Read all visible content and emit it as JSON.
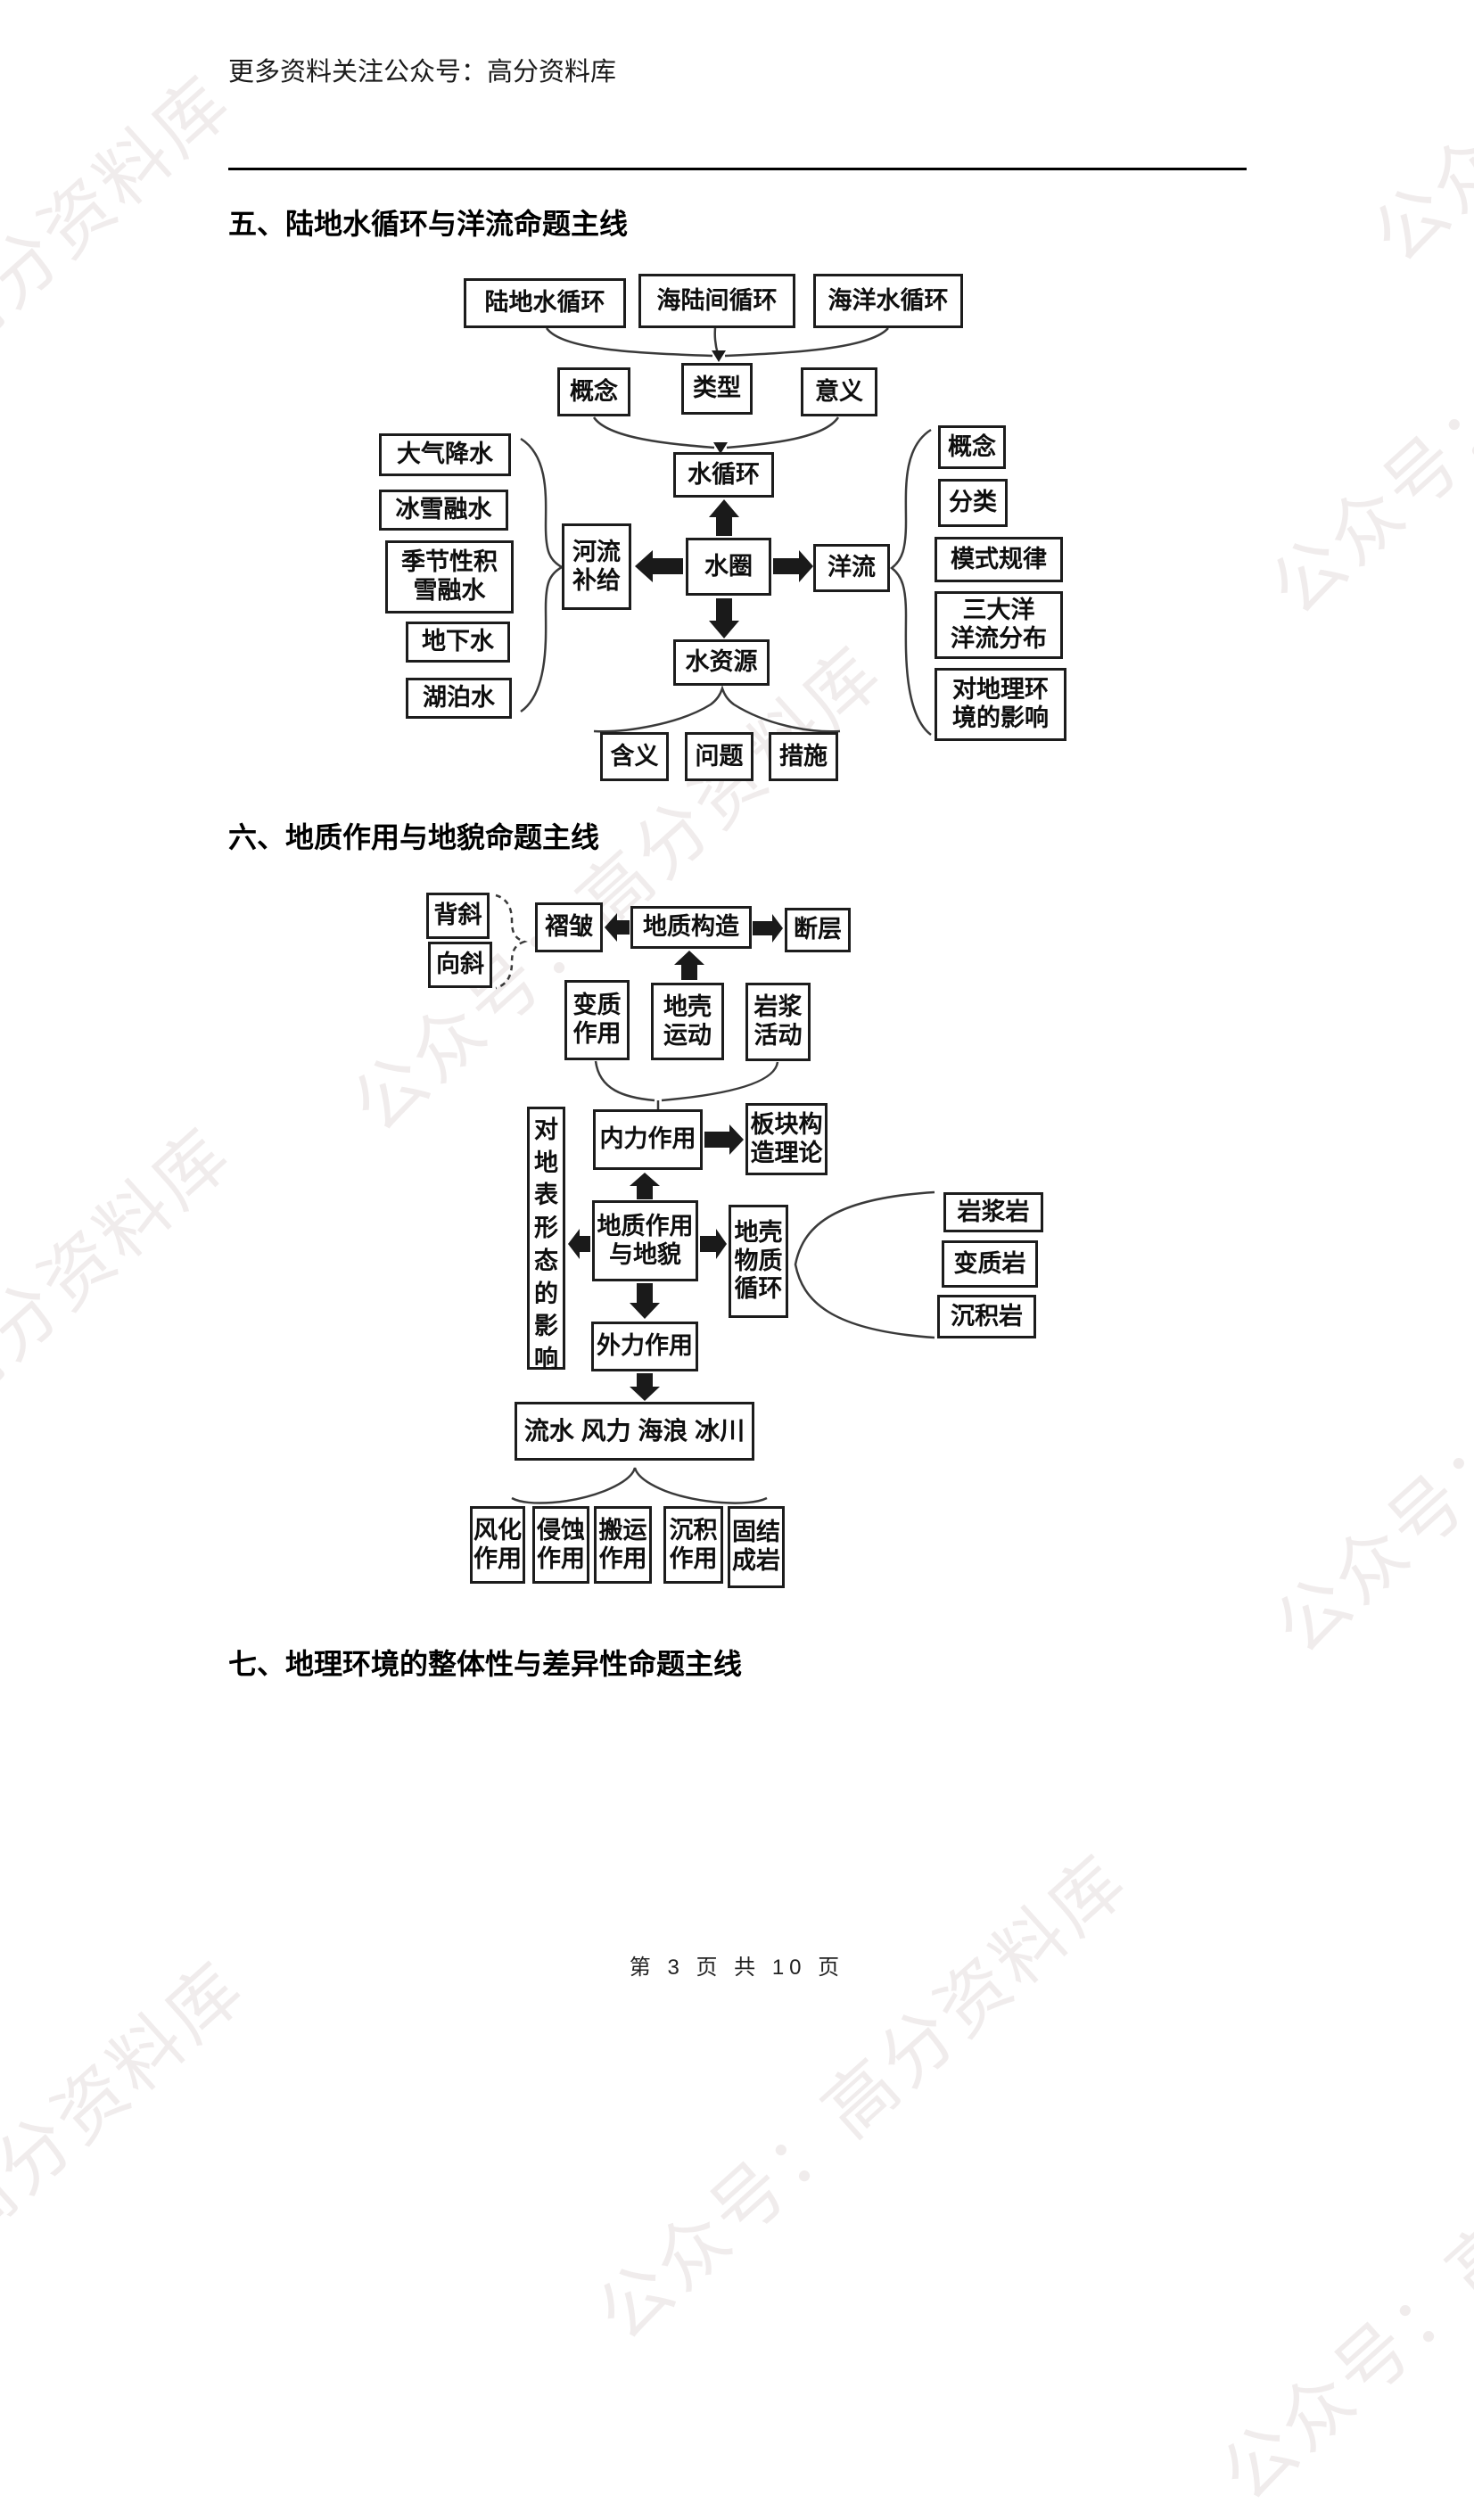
{
  "page": {
    "header": "更多资料关注公众号：高分资料库",
    "footer": "第 3 页 共 10 页",
    "watermark": "公众号：高分资料库"
  },
  "sections": {
    "s5": "五、陆地水循环与洋流命题主线",
    "s6": "六、地质作用与地貌命题主线",
    "s7": "七、地理环境的整体性与差异性命题主线"
  },
  "w1": {
    "types": [
      "陆地水循环",
      "海陆间循环",
      "海洋水循环"
    ],
    "aspects": [
      "概念",
      "类型",
      "意义"
    ],
    "core": "水循环",
    "sphere": "水圈",
    "recharge": "河流\n补给",
    "current": "洋流",
    "resource": "水资源",
    "recharge_sources": [
      "大气降水",
      "冰雪融水",
      "季节性积\n雪融水",
      "地下水",
      "湖泊水"
    ],
    "current_aspects": [
      "概念",
      "分类",
      "模式规律",
      "三大洋\n洋流分布",
      "对地理环\n境的影响"
    ],
    "resource_aspects": [
      "含义",
      "问题",
      "措施"
    ]
  },
  "w2": {
    "fold_types": [
      "背斜",
      "向斜"
    ],
    "fold": "褶皱",
    "structure": "地质构造",
    "fault": "断层",
    "internal_sources": [
      "变质\n作用",
      "地壳\n运动",
      "岩浆\n活动"
    ],
    "internal": "内力作用",
    "plate": "板块构\n造理论",
    "core": "地质作用\n与地貌",
    "surface": "对地表形态的影响",
    "rock_cycle": "地壳\n物质\n循环",
    "rocks": [
      "岩浆岩",
      "变质岩",
      "沉积岩"
    ],
    "external": "外力作用",
    "agents": "流水 风力 海浪 冰川",
    "processes": [
      "风化\n作用",
      "侵蚀\n作用",
      "搬运\n作用",
      "沉积\n作用",
      "固结\n成岩"
    ]
  }
}
